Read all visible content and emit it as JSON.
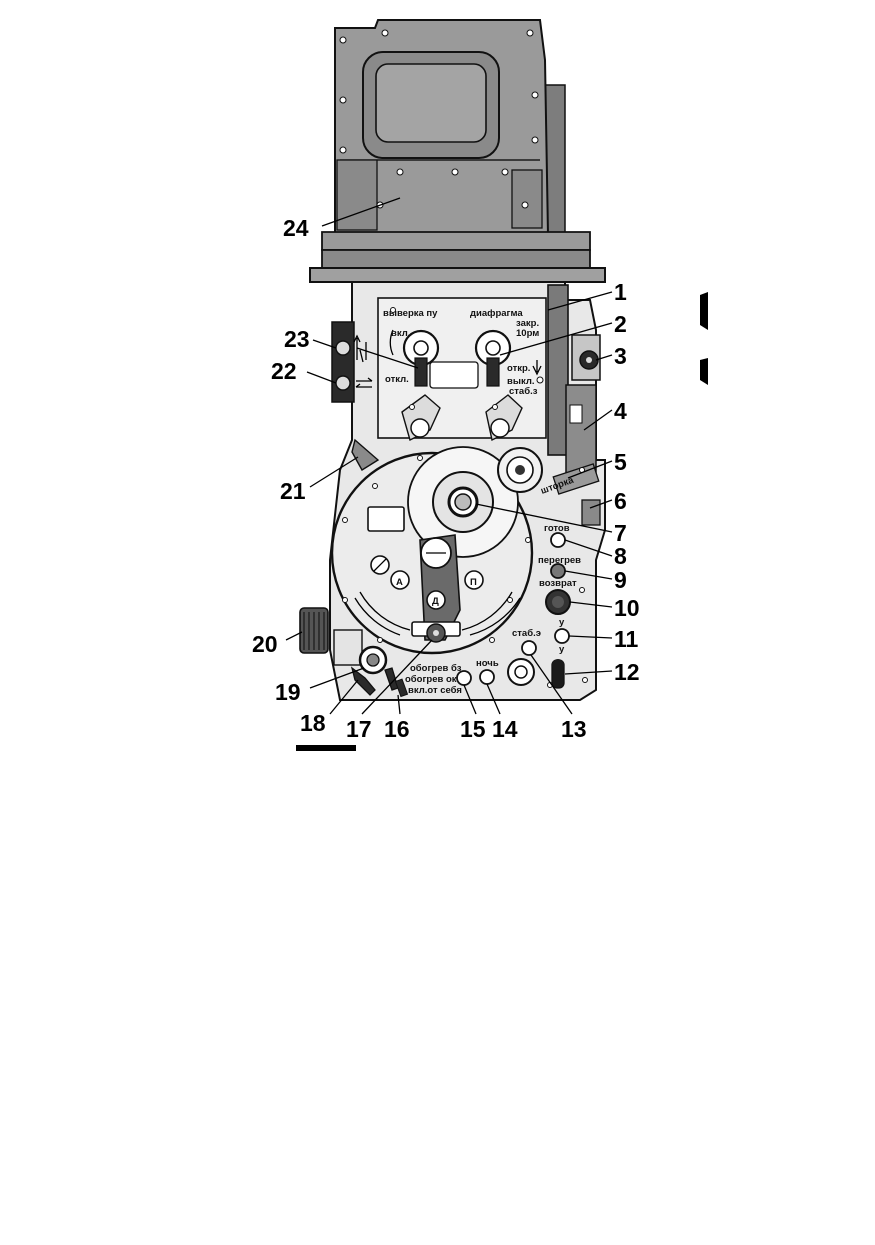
{
  "colors": {
    "housing": "#9a9a9a",
    "housing_dark": "#6e6e6e",
    "panel": "#e6e6e6",
    "panel_light": "#f2f2f2",
    "outline": "#111111",
    "knob": "#1a1a1a"
  },
  "panel_labels": {
    "align_pu": "выверка пу",
    "on": "вкл.",
    "off": "откл.",
    "diaphragm": "диафрагма",
    "closed": "закр.",
    "mode_10rm": "10рм",
    "open": "откр.",
    "off2": "выкл.",
    "stab": "стаб.з",
    "shutter": "шторка",
    "ready": "готов",
    "overheat": "перегрев",
    "return": "возврат",
    "u_upper": "у",
    "u_lower": "у",
    "stab_e": "стаб.э",
    "night": "ночь",
    "heat_bz": "обогрев бз",
    "heat_ok": "обогрев ок",
    "on_away": "вкл.от себя",
    "ring_a": "А",
    "ring_p": "П",
    "ring_d": "Д"
  },
  "callouts": {
    "c1": "1",
    "c2": "2",
    "c3": "3",
    "c4": "4",
    "c5": "5",
    "c6": "6",
    "c7": "7",
    "c8": "8",
    "c9": "9",
    "c10": "10",
    "c11": "11",
    "c12": "12",
    "c13": "13",
    "c14": "14",
    "c15": "15",
    "c16": "16",
    "c17": "17",
    "c18": "18",
    "c19": "19",
    "c20": "20",
    "c21": "21",
    "c22": "22",
    "c23": "23",
    "c24": "24"
  }
}
